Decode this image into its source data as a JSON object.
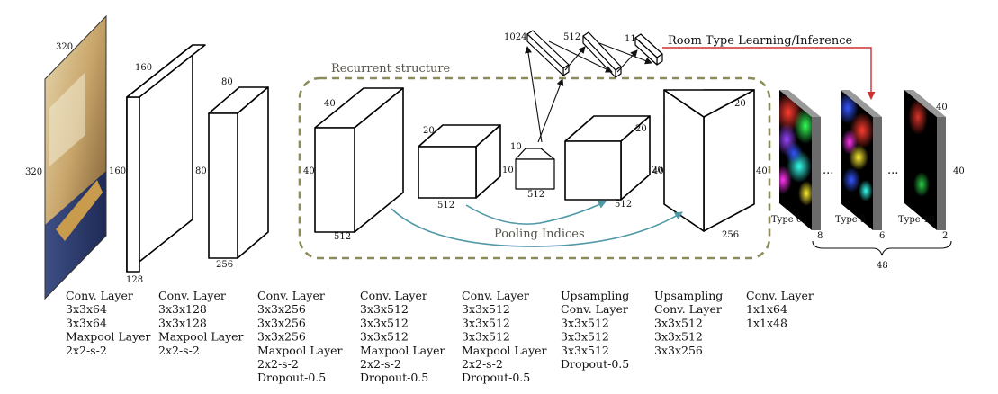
{
  "colors": {
    "recurrent_border": "#8c8b5a",
    "recurrent_text": "#55534a",
    "pooling_arrow": "#4f98a6",
    "room_arrow": "#cc3333"
  },
  "input": {
    "width_label": "320",
    "height_label": "320",
    "image_icon": "conference-room-photo"
  },
  "blocks": [
    {
      "width_label": "160",
      "height_label": "160",
      "depth_label": "128"
    },
    {
      "width_label": "80",
      "height_label": "80",
      "depth_label": "256"
    }
  ],
  "recurrent": {
    "title": "Recurrent structure",
    "cubes": [
      {
        "w": "40",
        "h": "40",
        "d": "512"
      },
      {
        "w": "20",
        "h": "10",
        "d": "512"
      },
      {
        "w": "10",
        "d": "512"
      },
      {
        "w": "20",
        "h": "20",
        "d": "512"
      },
      {
        "w": "20",
        "h": "40",
        "d": "256"
      }
    ],
    "pooling_label": "Pooling Indices"
  },
  "fc": {
    "sizes": [
      "1024",
      "512",
      "11"
    ],
    "room_label": "Room Type Learning/Inference"
  },
  "outputs": {
    "maps": [
      {
        "type": "Type 0",
        "count": "8",
        "w": "",
        "h": ""
      },
      {
        "type": "Type 5",
        "count": "6",
        "w": "",
        "h": ""
      },
      {
        "type": "Type 10",
        "count": "2",
        "w": "40",
        "h": "40"
      }
    ],
    "ellipsis": "...",
    "total": "48"
  },
  "layers": [
    [
      "Conv. Layer",
      "3x3x64",
      "3x3x64",
      "Maxpool Layer",
      "2x2-s-2"
    ],
    [
      "Conv. Layer",
      "3x3x128",
      "3x3x128",
      "Maxpool Layer",
      "2x2-s-2"
    ],
    [
      "Conv. Layer",
      "3x3x256",
      "3x3x256",
      "3x3x256",
      "Maxpool Layer",
      "2x2-s-2",
      "Dropout-0.5"
    ],
    [
      "Conv. Layer",
      "3x3x512",
      "3x3x512",
      "3x3x512",
      "Maxpool Layer",
      "2x2-s-2",
      "Dropout-0.5"
    ],
    [
      "Conv. Layer",
      "3x3x512",
      "3x3x512",
      "3x3x512",
      "Maxpool Layer",
      "2x2-s-2",
      "Dropout-0.5"
    ],
    [
      "Upsampling",
      "Conv. Layer",
      "3x3x512",
      "3x3x512",
      "3x3x512",
      "Dropout-0.5"
    ],
    [
      "Upsampling",
      "Conv. Layer",
      "3x3x512",
      "3x3x512",
      "3x3x256"
    ],
    [
      "Conv. Layer",
      "1x1x64",
      "1x1x48"
    ]
  ]
}
